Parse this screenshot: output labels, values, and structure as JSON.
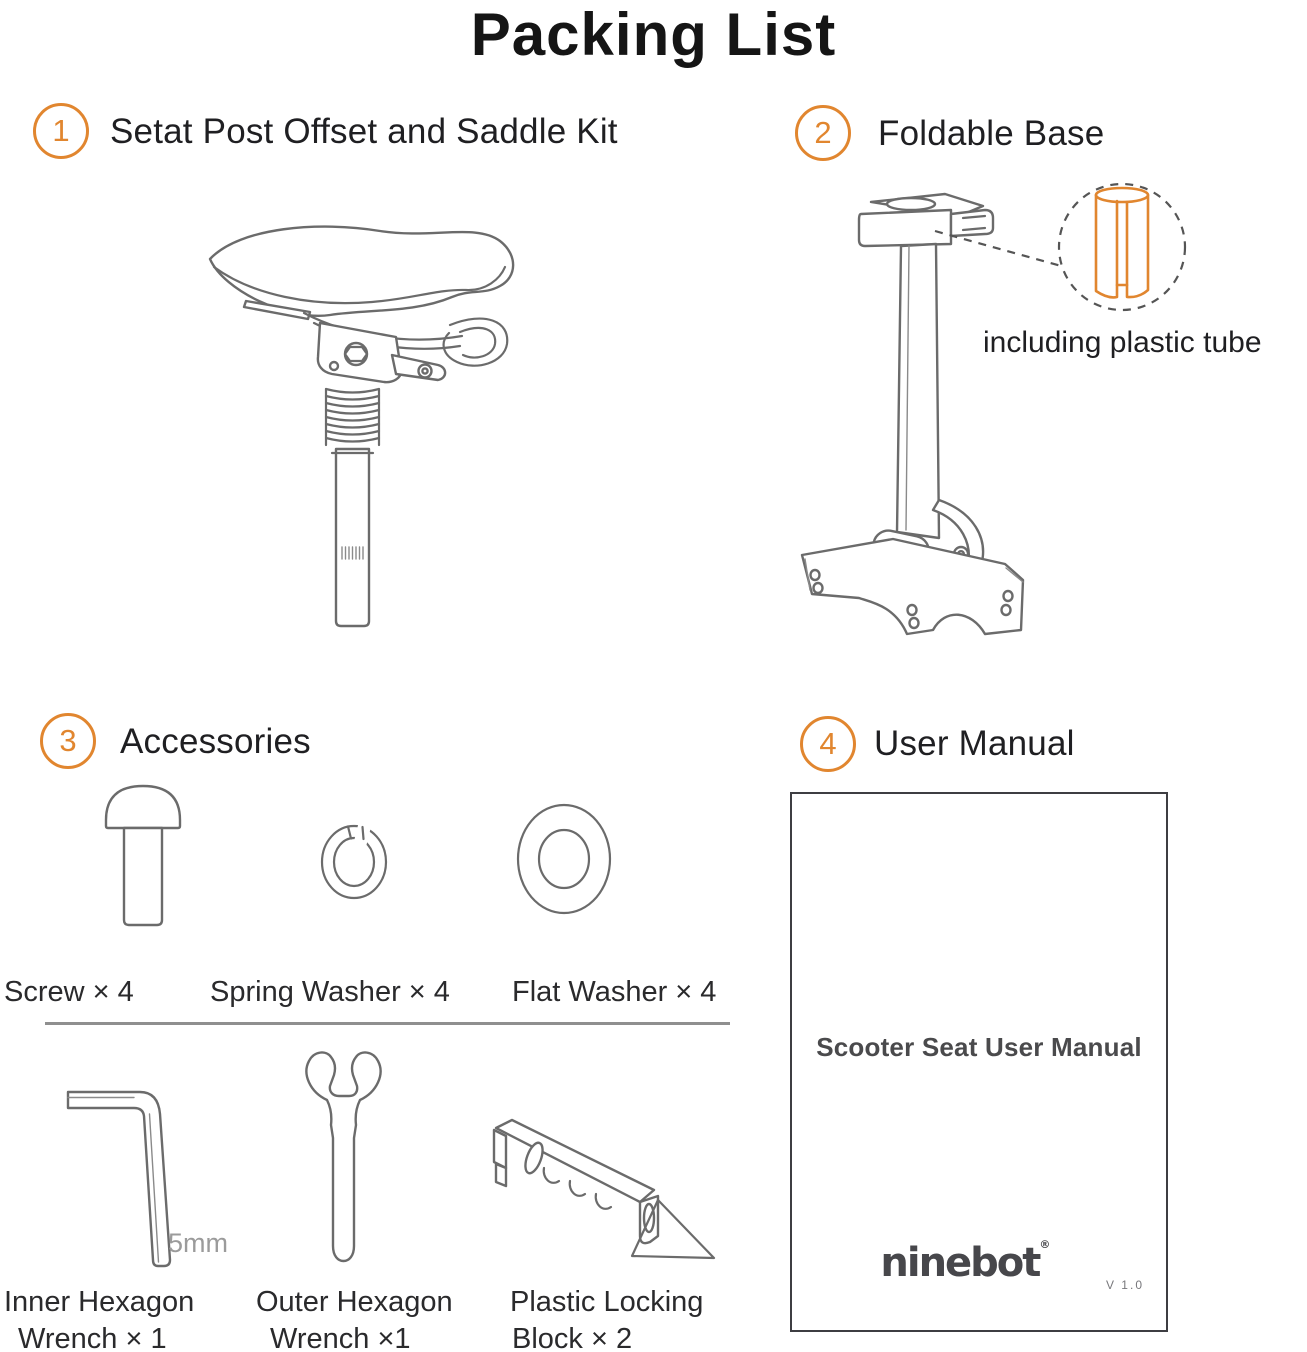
{
  "page": {
    "title": "Packing List"
  },
  "colors": {
    "accent_orange": "#E1862F",
    "line_gray": "#6b6b6b",
    "text_dark": "#1d1d1f",
    "muted_gray": "#9b9b9b"
  },
  "sections": {
    "kit": {
      "number": "1",
      "title": "Setat Post Offset and Saddle Kit"
    },
    "base": {
      "number": "2",
      "title": "Foldable Base",
      "callout": "including plastic tube"
    },
    "accessories": {
      "number": "3",
      "title": "Accessories",
      "row1": [
        {
          "name": "screw",
          "label": "Screw × 4"
        },
        {
          "name": "spring-washer",
          "label": "Spring Washer × 4"
        },
        {
          "name": "flat-washer",
          "label": "Flat Washer × 4"
        }
      ],
      "row2": [
        {
          "name": "inner-hexagon-wrench",
          "label_line1": "Inner Hexagon",
          "label_line2": "Wrench × 1",
          "size_label": "5mm"
        },
        {
          "name": "outer-hexagon-wrench",
          "label_line1": "Outer Hexagon",
          "label_line2": "Wrench ×1"
        },
        {
          "name": "plastic-locking-block",
          "label_line1": "Plastic Locking",
          "label_line2": "Block × 2"
        }
      ]
    },
    "manual": {
      "number": "4",
      "title": "User Manual",
      "cover_title": "Scooter Seat User Manual",
      "brand": "ninebot",
      "registered_mark": "®",
      "version": "V 1.0"
    }
  }
}
